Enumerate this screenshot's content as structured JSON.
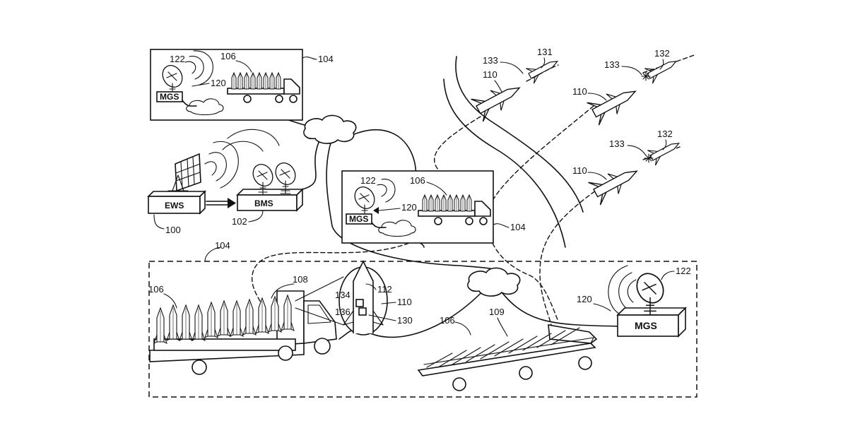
{
  "labels": {
    "ews": "EWS",
    "bms": "BMS",
    "mgs_top": "MGS",
    "mgs_mid": "MGS",
    "mgs_right": "MGS"
  },
  "refs": {
    "top_box": {
      "r122": "122",
      "r106": "106",
      "r120": "120",
      "r104": "104"
    },
    "mid_box": {
      "r122": "122",
      "r106": "106",
      "r120": "120",
      "r104": "104"
    },
    "ews_100": "100",
    "bms_102": "102",
    "bottom_104": "104",
    "left_truck": {
      "r106": "106",
      "r108": "108"
    },
    "inset": {
      "r134": "134",
      "r112": "112",
      "r110": "110",
      "r136": "136",
      "r130": "130"
    },
    "flat_truck": {
      "r106": "106",
      "r109": "109"
    },
    "right_mgs": {
      "r122": "122",
      "r120": "120"
    },
    "missiles": {
      "top": {
        "r133": "133",
        "r131": "131",
        "r110": "110"
      },
      "upper_right": {
        "r133": "133",
        "r132": "132",
        "r110": "110"
      },
      "lower_right": {
        "r133": "133",
        "r132": "132",
        "r110": "110"
      }
    }
  }
}
